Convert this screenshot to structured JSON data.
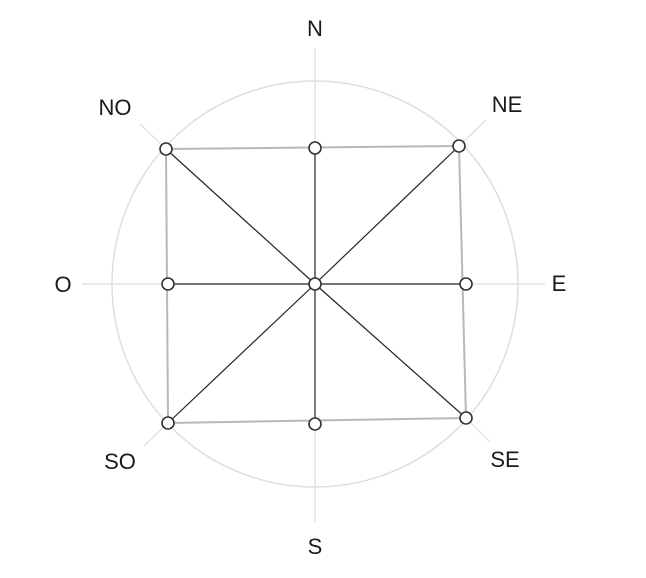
{
  "diagram": {
    "labels": {
      "north": "N",
      "northeast": "NE",
      "east": "E",
      "southeast": "SE",
      "south": "S",
      "southwest": "SO",
      "west": "O",
      "northwest": "NO"
    }
  },
  "colors": {
    "background": "#ffffff",
    "guide_circle": "#dedede",
    "square_edges": "#b8b8b8",
    "spokes": "#222222",
    "nodes_stroke": "#333333",
    "label_text": "#1a1a1a"
  }
}
